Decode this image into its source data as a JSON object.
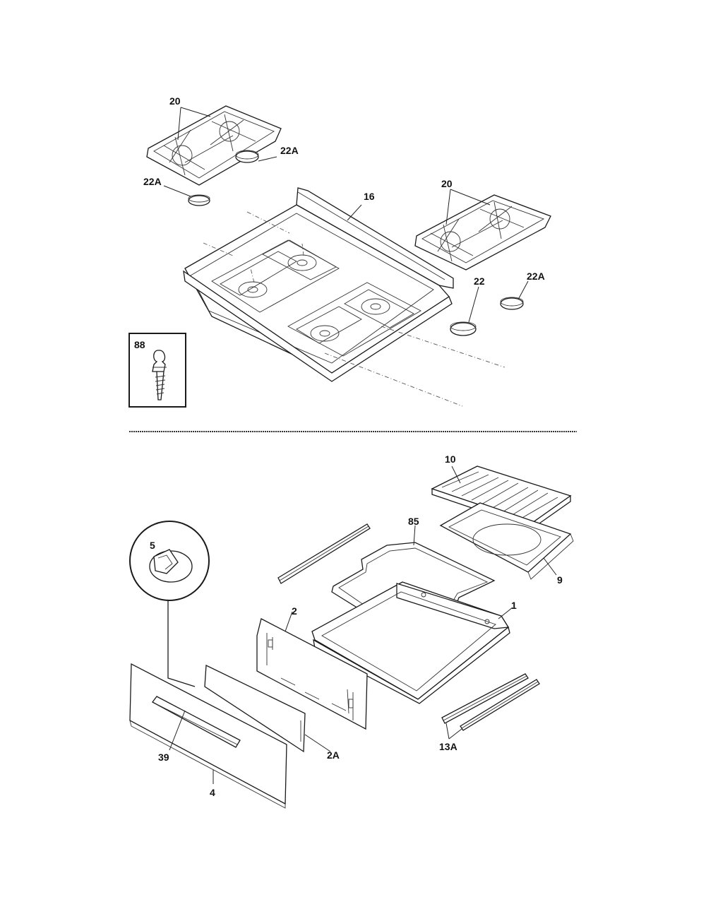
{
  "callouts": {
    "grate_left": "20",
    "grate_right": "20",
    "cap_top_right": "22A",
    "cap_top_left": "22A",
    "cooktop": "16",
    "cap_right_a": "22",
    "cap_right_b": "22A",
    "screw": "88",
    "broiler_grid": "10",
    "burner_wire": "85",
    "broiler_pan": "9",
    "knob": "5",
    "drawer_box": "1",
    "drawer_back": "2",
    "drawer_front": "4",
    "drawer_handle": "39",
    "drawer_liner": "2A",
    "slide_rails": "13A"
  }
}
